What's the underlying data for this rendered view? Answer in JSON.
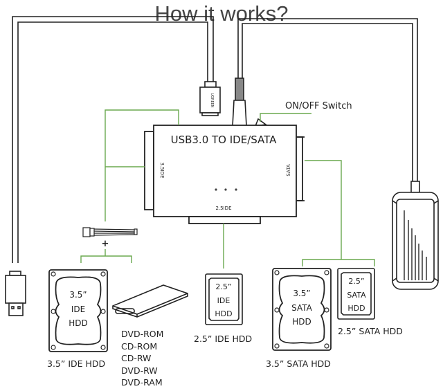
{
  "title": "How it works?",
  "adapter": {
    "label": "USB3.0 TO IDE/SATA",
    "port_left": "3.5IDE",
    "port_right": "SATA",
    "port_bottom": "2.5IDE",
    "switch_label": "ON/OFF Switch",
    "brand_text": "UGREEN"
  },
  "drives": {
    "ide35": {
      "inner": [
        "3.5”",
        "IDE",
        "HDD"
      ],
      "caption": "3.5”  IDE HDD"
    },
    "ide25": {
      "inner": [
        "2.5”",
        "IDE",
        "HDD"
      ],
      "caption": "2.5”  IDE HDD"
    },
    "sata35": {
      "inner": [
        "3.5”",
        "SATA",
        "HDD"
      ],
      "caption": "3.5”  SATA HDD"
    },
    "sata25": {
      "inner": [
        "2.5”",
        "SATA",
        "HDD"
      ],
      "caption": "2.5”  SATA HDD"
    }
  },
  "optical": {
    "types": [
      "DVD-ROM",
      "CD-ROM",
      "CD-RW",
      "DVD-RW",
      "DVD-RAM"
    ]
  },
  "plus_sign": "+",
  "colors": {
    "connector_line": "#6aa84f",
    "outline": "#222222"
  }
}
